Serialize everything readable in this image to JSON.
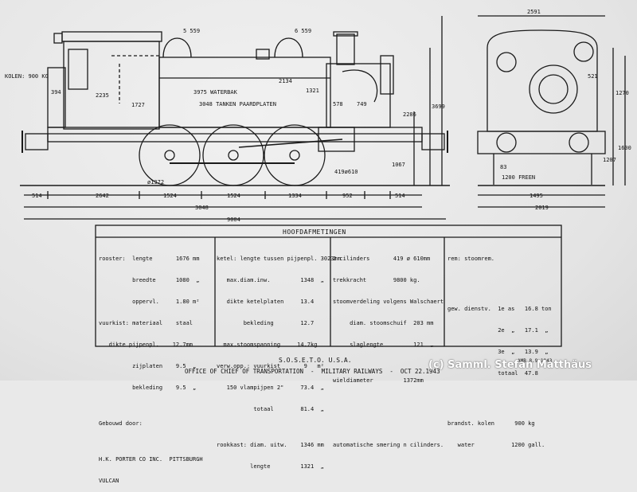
{
  "dims": {
    "sapp_left": "5 559",
    "sapp_right": "6 559",
    "kolen": "KOLEN: 900 KG",
    "d394": "394",
    "d2235": "2235",
    "d1727": "1727",
    "d2134": "2134",
    "d3975": "3975 WATERBAK",
    "d3048": "3048 TANKEN PAARDPLATEN",
    "d1321": "1321",
    "d578": "578",
    "d749": "749",
    "d2286": "2286",
    "d3699": "3699",
    "d1067": "1067",
    "d1372": "ø1372",
    "d419x610": "419ø610",
    "b514a": "514",
    "b2642": "2642",
    "b1524a": "1524",
    "b1524b": "1524",
    "b1334": "1334",
    "b952": "952",
    "b514b": "514",
    "b3048": "3048",
    "b9004": "9004",
    "f2591": "2591",
    "f521": "521",
    "f1270": "1270",
    "f1600": "1600",
    "f1207": "1207",
    "f83": "83",
    "f1200": "1200 FREEN",
    "f1495": "1495",
    "f2019": "2019"
  },
  "table": {
    "title": "HOOFDAFMETINGEN",
    "col1": [
      "rooster:  lengte       1676 mm",
      "          breedte      1080  „",
      "          oppervl.     1.80 m²",
      "vuurkist: materiaal    staal",
      "   dikte pijpenpl.    12.7mm",
      "          zijplaten    9.5  „",
      "          bekleding    9.5  „",
      "",
      "Gebouwd door:",
      "",
      "H.K. PORTER CO INC.  PITTSBURGH",
      "VULCAN"
    ],
    "col2": [
      "ketel: lengte tussen pijpenpl. 3023mm",
      "   max.diam.inw.         1348  „",
      "   dikte ketelplaten     13.4",
      "        bekleding        12.7",
      "  max.stoomspanning     14.7kg",
      "verw.opp.: vuurkist       9   m²",
      "   150 vlampijpen 2\"     73.4  „",
      "           totaal        81.4  „",
      "",
      "rookkast: diam. uitw.    1346 mm",
      "          lengte         1321  „"
    ],
    "col3": [
      "2 cilinders       419 ø 610mm",
      "trekkracht        9800 kg.",
      "stoomverdeling volgens Walschaert",
      "     diam. stoomschuif  203 mm",
      "     slaglengte         121  „",
      "",
      "wieldiameter         1372mm",
      "",
      "",
      "",
      "automatische smering n cilinders."
    ],
    "col4": [
      "rem: stoomrem.",
      "",
      "",
      "gew. dienstv.  1e as   16.8 ton",
      "               2e  „   17.1  „",
      "               3e  „   13.9  „",
      "               totaal  47.8",
      "",
      "",
      "brandst. kolen      900 kg",
      "   water           1200 gall."
    ]
  },
  "footer": {
    "org": "S.O.S.E.T.O. U.S.A.",
    "office": "OFFICE OF CHIEF OF TRANSPORTATION  -  MILITARY RAILWAYS  -  OCT 22.1943",
    "initials": "AMB 8.9.1943"
  },
  "watermark": "(c) Samml. Stefan Matthäus"
}
